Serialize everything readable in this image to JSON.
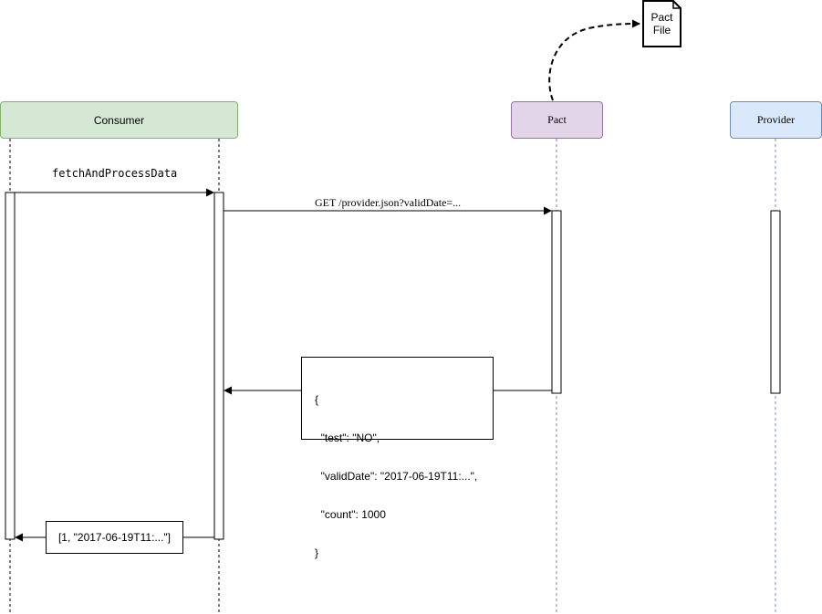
{
  "participants": {
    "consumer": {
      "label": "Consumer",
      "fill": "#d5e8d4",
      "stroke": "#82b366"
    },
    "pact": {
      "label": "Pact",
      "fill": "#e1d5e7",
      "stroke": "#9673a6"
    },
    "provider": {
      "label": "Provider",
      "fill": "#dae8fc",
      "stroke": "#6c8ebf"
    }
  },
  "pact_file": {
    "line1": "Pact",
    "line2": "File"
  },
  "messages": {
    "fetch": "fetchAndProcessData",
    "request": "GET /provider.json?validDate=...",
    "response_lines": [
      "{",
      "  \"test\": \"NO\",",
      "  \"validDate\": \"2017-06-19T11:...\",",
      "  \"count\": 1000",
      "}"
    ],
    "result": "[1, \"2017-06-19T11:...\"]"
  }
}
